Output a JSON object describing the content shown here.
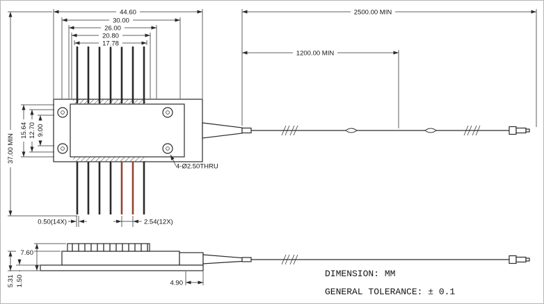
{
  "colors": {
    "line_color": "#2a2a2a",
    "highlight_pin_color": "#964432"
  },
  "top_view": {
    "horizontal_dims": [
      "44.60",
      "30.00",
      "26.00",
      "20.80",
      "17.78"
    ],
    "fiber_dims": [
      "2500.00 MIN",
      "1200.00 MIN"
    ],
    "vertical_dims": [
      "37.00 MIN",
      "15.64",
      "12.70",
      "9.00"
    ],
    "pin_dims": [
      "0.50(14X)",
      "2.54(12X)"
    ],
    "hole_callout": "4-Ø2.50THRU"
  },
  "side_view": {
    "height_dims": [
      "7.60",
      "5.31",
      "1.50"
    ],
    "offset_dim": "4.90"
  },
  "notes": {
    "dimension_unit": "DIMENSION: MM",
    "general_tolerance": "GENERAL TOLERANCE: ± 0.1"
  }
}
